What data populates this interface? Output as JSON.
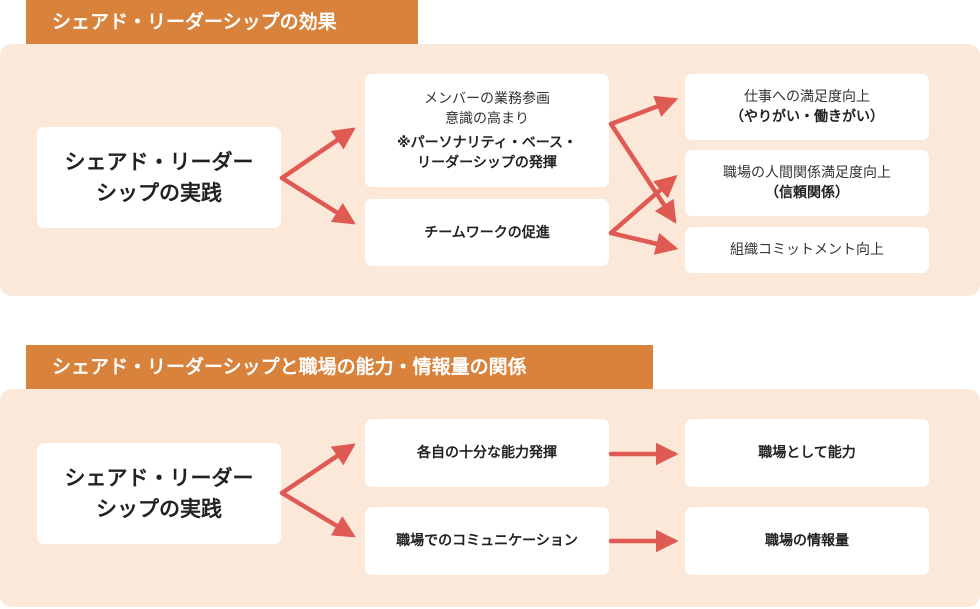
{
  "colors": {
    "tab": "#d9823b",
    "panel": "#fbe8d9",
    "arrow": "#de5a52",
    "box": "#ffffff"
  },
  "section1": {
    "title": "シェアド・リーダーシップの効果",
    "source": [
      "シェアド・リーダー",
      "シップの実践"
    ],
    "middle": {
      "upper": {
        "line1": "メンバーの業務参画",
        "line2": "意識の高まり",
        "line3": "※パーソナリティ・ベース・",
        "line4": "リーダーシップの発揮"
      },
      "lower": "チームワークの促進"
    },
    "outcomes": {
      "satisfaction": {
        "line1": "仕事への満足度向上",
        "line2": "（やりがい・働きがい）"
      },
      "relations": {
        "line1": "職場の人間関係満足度向上",
        "line2": "（信頼関係）"
      },
      "commitment": "組織コミットメント向上"
    }
  },
  "section2": {
    "title": "シェアド・リーダーシップと職場の能力・情報量の関係",
    "source": [
      "シェアド・リーダー",
      "シップの実践"
    ],
    "middle": {
      "upper": "各自の十分な能力発揮",
      "lower": "職場でのコミュニケーション"
    },
    "outcomes": {
      "ability": "職場として能力",
      "information": "職場の情報量"
    }
  }
}
